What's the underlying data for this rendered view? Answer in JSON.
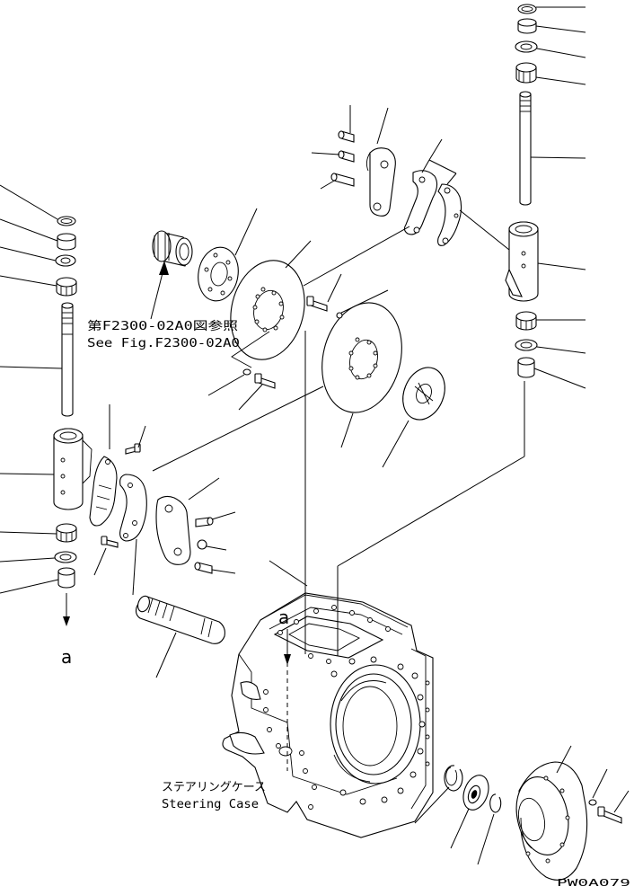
{
  "references": {
    "see_fig_jp": "第F2300-02A0図参照",
    "see_fig_en": "See Fig.F2300-02A0"
  },
  "case_label": {
    "jp": "ステアリングケース",
    "en": "Steering Case"
  },
  "markers": {
    "a_left": "a",
    "a_case": "a"
  },
  "figure_code": "PW0A079"
}
